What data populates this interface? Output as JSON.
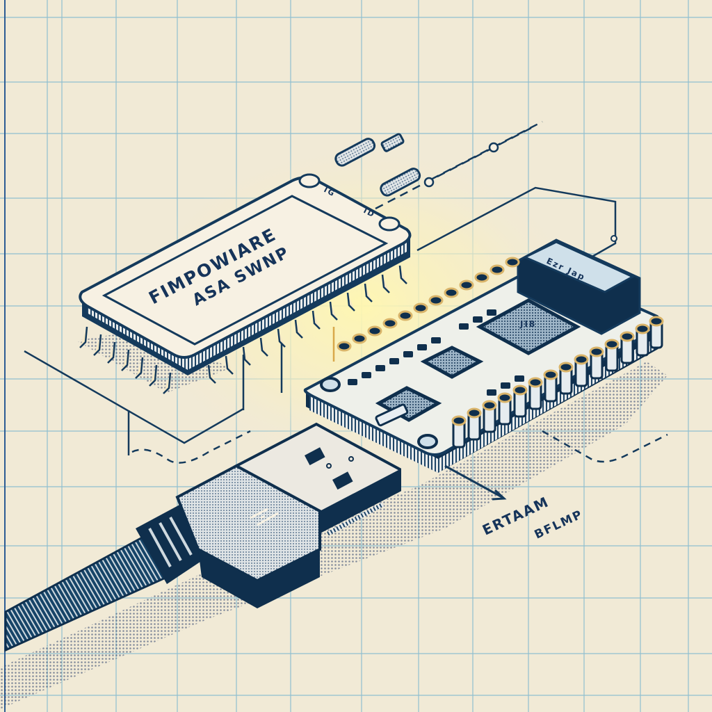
{
  "illustration": {
    "subject": "firmware chip, microcontroller board and USB plug on grid paper",
    "colors": {
      "paper": "#f1ead6",
      "glow": "#fbf3b8",
      "grid": "#6fb1cf",
      "ink": "#143a5c",
      "ink_dark": "#0f2f4d",
      "chip_label_bg": "#f7f1e3",
      "pin_gold": "#d9b46a",
      "shadow_dots": "#6a4f78"
    },
    "chip": {
      "label_line1": "FIMPOWIARE",
      "label_line2": "ASA SWNP",
      "side_mark_1": "IG",
      "side_mark_2": "ID"
    },
    "board": {
      "connector_label": "Ezr Jap",
      "main_ic_label": "JI8"
    },
    "usb_plug": {
      "icon": "usb-trident-icon"
    },
    "annotation": {
      "line1": "ERTAAM",
      "line2": "BFLMP"
    }
  }
}
